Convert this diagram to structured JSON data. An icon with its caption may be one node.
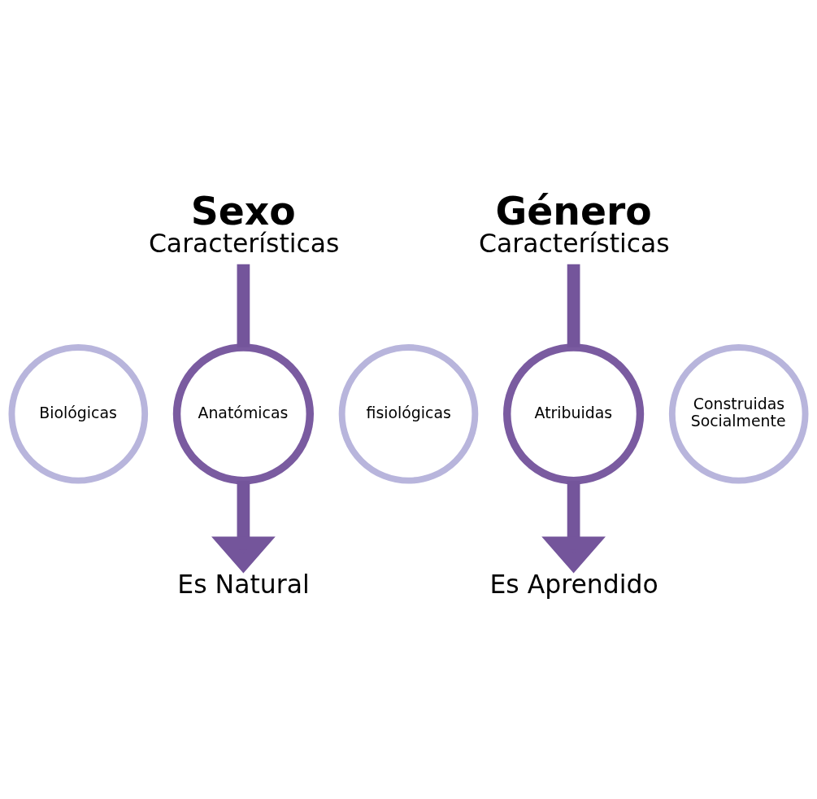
{
  "diagram": {
    "nodes": [
      {
        "text": [
          "Sexo",
          "Características"
        ]
      },
      {
        "text": [
          "Biológicas"
        ]
      },
      {
        "text": [
          "Anatómicas"
        ]
      },
      {
        "text": [
          "fisiológicas"
        ]
      },
      {
        "text": [
          "Es Natural"
        ]
      },
      {
        "text": [
          "Género",
          "Características"
        ]
      },
      {
        "text": [
          "Atribuidas"
        ]
      },
      {
        "text": [
          "Construidas Socialmente"
        ]
      },
      {
        "text": [
          "Es Aprendido"
        ]
      }
    ],
    "edges": [
      {
        "from": 0,
        "to": 2,
        "arrow": "none"
      },
      {
        "from": 2,
        "to": 4,
        "arrow": "to"
      },
      {
        "from": 5,
        "to": 6,
        "arrow": "none"
      },
      {
        "from": 6,
        "to": 8,
        "arrow": "to"
      }
    ]
  }
}
